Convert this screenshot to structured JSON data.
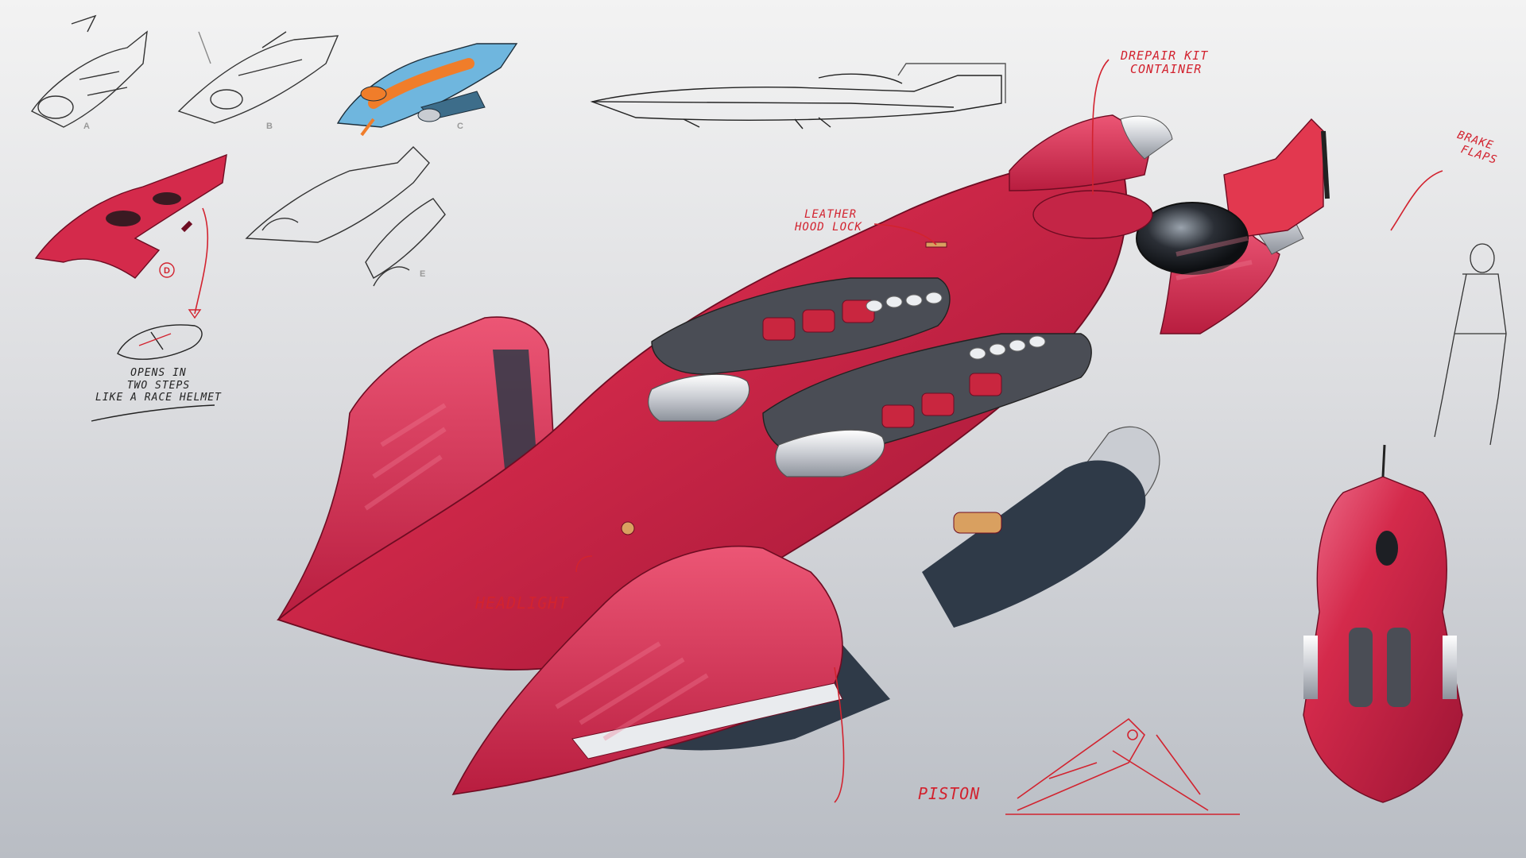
{
  "annotations": {
    "repair_kit": [
      "DREPAIR KIT",
      "CONTAINER"
    ],
    "brake_flaps": [
      "BRAKE",
      "FLAPS"
    ],
    "leather_hood_lock": [
      "LEATHER",
      "HOOD LOCK"
    ],
    "headlight": "HEADLIGHT",
    "piston": "PISTON",
    "helmet_note": [
      "OPENS IN",
      "TWO STEPS",
      "LIKE A RACE HELMET"
    ]
  },
  "variant_letters": [
    "A",
    "B",
    "C",
    "D",
    "E"
  ],
  "colors": {
    "body_red": "#d42a4b",
    "body_red_dark": "#a51738",
    "body_red_light": "#ee5a78",
    "annotation_red": "#d2232f",
    "chrome": "#e9ebee",
    "shadow": "#2f3a48",
    "variant_c_blue": "#6fb6de",
    "variant_c_orange": "#f07d2a"
  }
}
